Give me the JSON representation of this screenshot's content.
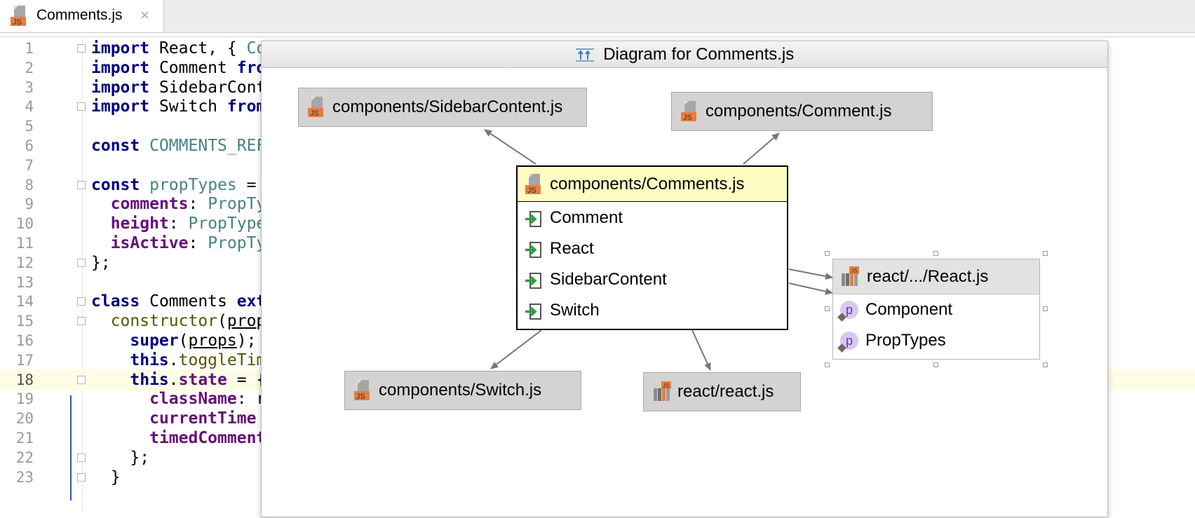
{
  "tab": {
    "label": "Comments.js",
    "close": "×"
  },
  "editor": {
    "current_line": 18,
    "lines": [
      {
        "n": "1"
      },
      {
        "n": "2"
      },
      {
        "n": "3"
      },
      {
        "n": "4"
      },
      {
        "n": "5"
      },
      {
        "n": "6"
      },
      {
        "n": "7"
      },
      {
        "n": "8"
      },
      {
        "n": "9"
      },
      {
        "n": "10"
      },
      {
        "n": "11"
      },
      {
        "n": "12"
      },
      {
        "n": "13"
      },
      {
        "n": "14"
      },
      {
        "n": "15"
      },
      {
        "n": "16"
      },
      {
        "n": "17"
      },
      {
        "n": "18"
      },
      {
        "n": "19"
      },
      {
        "n": "20"
      },
      {
        "n": "21"
      },
      {
        "n": "22"
      },
      {
        "n": "23"
      }
    ],
    "code": {
      "l1": {
        "a": "import",
        "b": " React, { ",
        "c": "Co"
      },
      "l2": {
        "a": "import",
        "b": " Comment ",
        "c": "fro"
      },
      "l3": {
        "a": "import",
        "b": " SidebarCont"
      },
      "l4": {
        "a": "import",
        "b": " Switch ",
        "c": "from"
      },
      "l6": {
        "a": "const",
        "b": " ",
        "c": "COMMENTS_REF"
      },
      "l8": {
        "a": "const",
        "b": " ",
        "c": "propTypes",
        "d": " ="
      },
      "l9": {
        "a": "  ",
        "b": "comments",
        "c": ": ",
        "d": "PropTy"
      },
      "l10": {
        "a": "  ",
        "b": "height",
        "c": ": ",
        "d": "PropTypes"
      },
      "l11": {
        "a": "  ",
        "b": "isActive",
        "c": ": ",
        "d": "PropTy"
      },
      "l12": {
        "a": "};"
      },
      "l14": {
        "a": "class",
        "b": " Comments ",
        "c": "ext"
      },
      "l15": {
        "a": "  ",
        "b": "constructor",
        "c": "(",
        "d": "prop"
      },
      "l16": {
        "a": "    ",
        "b": "super",
        "c": "(",
        "d": "props",
        "e": ");"
      },
      "l17": {
        "a": "    ",
        "b": "this",
        "c": ".",
        "d": "toggleTim"
      },
      "l18": {
        "a": "    ",
        "b": "this",
        "c": ".",
        "d": "state",
        "e": " = {"
      },
      "l19": {
        "a": "      ",
        "b": "className",
        "c": ": r"
      },
      "l20": {
        "a": "      ",
        "b": "currentTime"
      },
      "l21": {
        "a": "      ",
        "b": "timedComment"
      },
      "l22": {
        "a": "    };"
      },
      "l23": {
        "a": "  }"
      }
    }
  },
  "popup": {
    "title": "Diagram for Comments.js",
    "nodes": {
      "sidebar": "components/SidebarContent.js",
      "comment": "components/Comment.js",
      "main": {
        "title": "components/Comments.js",
        "members": [
          "Comment",
          "React",
          "SidebarContent",
          "Switch"
        ]
      },
      "switch": "components/Switch.js",
      "reactjs": "react/react.js",
      "react_module": {
        "title": "react/.../React.js",
        "members": [
          "Component",
          "PropTypes"
        ]
      }
    },
    "icons": {
      "file": "js-file-icon",
      "library": "library-js-icon",
      "import_member": "import-arrow-icon",
      "property": "property-p-icon"
    },
    "colors": {
      "main_title_bg": "#fdfdc2",
      "node_bg": "#d3d3d3",
      "import_arrow": "#2e9e3e",
      "js_badge": "#e87d3e"
    }
  }
}
